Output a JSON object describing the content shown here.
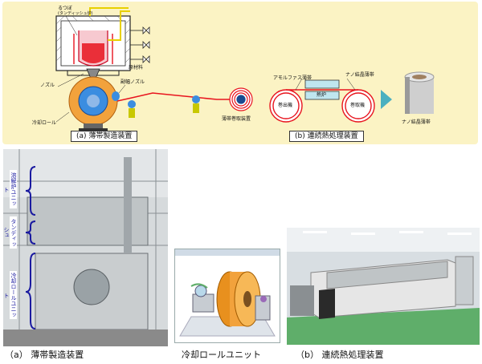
{
  "top": {
    "crucible": "るつぼ",
    "crucible_sub": "(タンディッシュ炉)",
    "raw_material": "原材料",
    "nozzle": "ノズル",
    "sub_nozzle": "副幅ノズル",
    "cooling_roll": "冷却ロール",
    "ribbon_winder": "薄帯巻取装置",
    "amorphous_ribbon": "アモルファス薄帯",
    "nano_ribbon": "ナノ結晶薄帯",
    "unwinder": "巻出機",
    "furnace": "熱炉",
    "winder": "巻取機",
    "nano_product": "ナノ結晶薄帯",
    "caption_a": "(a) 薄帯製造装置",
    "caption_b": "(b) 連続熱処理装置"
  },
  "photo_labels": {
    "melting_unit": "溶解炉ユニット",
    "tundish": "タンディッシュ",
    "cooling_unit": "冷却ロールユニット"
  },
  "bottom": {
    "caption_a": "（a） 薄帯製造装置",
    "caption_mid": "冷却ロールユニット",
    "caption_b": "（b） 連続熱処理装置"
  },
  "colors": {
    "panel_bg": "#fbf3c4",
    "ribbon_red": "#e8141e",
    "roll_orange": "#f2a23c",
    "roll_blue": "#3b8de0",
    "label_blue": "#1a1aa0"
  }
}
